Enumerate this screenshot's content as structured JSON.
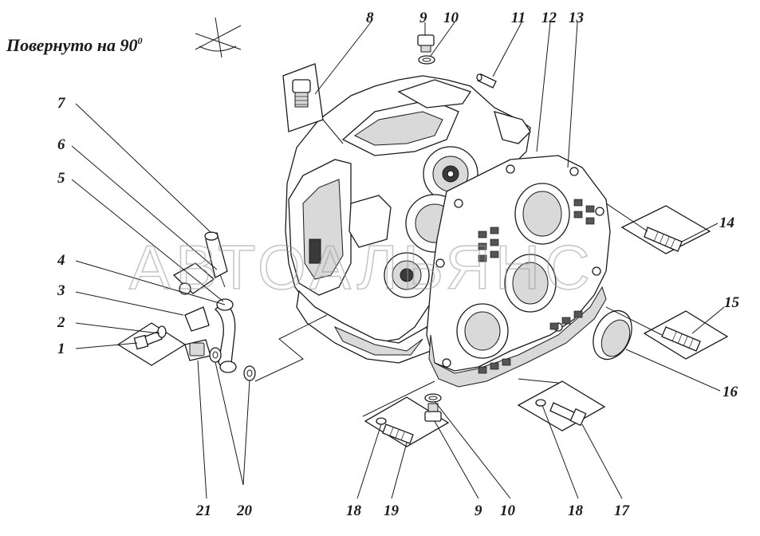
{
  "title": "Повернуто на 90",
  "title_superscript": "0",
  "watermark": "АВТОАЛЬЯНС",
  "callouts": [
    {
      "id": "c8",
      "text": "8"
    },
    {
      "id": "c9a",
      "text": "9"
    },
    {
      "id": "c10a",
      "text": "10"
    },
    {
      "id": "c11",
      "text": "11"
    },
    {
      "id": "c12",
      "text": "12"
    },
    {
      "id": "c13",
      "text": "13"
    },
    {
      "id": "c7",
      "text": "7"
    },
    {
      "id": "c6",
      "text": "6"
    },
    {
      "id": "c5",
      "text": "5"
    },
    {
      "id": "c4",
      "text": "4"
    },
    {
      "id": "c3",
      "text": "3"
    },
    {
      "id": "c2",
      "text": "2"
    },
    {
      "id": "c1",
      "text": "1"
    },
    {
      "id": "c14",
      "text": "14"
    },
    {
      "id": "c15",
      "text": "15"
    },
    {
      "id": "c16",
      "text": "16"
    },
    {
      "id": "c18a",
      "text": "18"
    },
    {
      "id": "c19",
      "text": "19"
    },
    {
      "id": "c9b",
      "text": "9"
    },
    {
      "id": "c10b",
      "text": "10"
    },
    {
      "id": "c18b",
      "text": "18"
    },
    {
      "id": "c17",
      "text": "17"
    },
    {
      "id": "c21",
      "text": "21"
    },
    {
      "id": "c20",
      "text": "20"
    }
  ]
}
